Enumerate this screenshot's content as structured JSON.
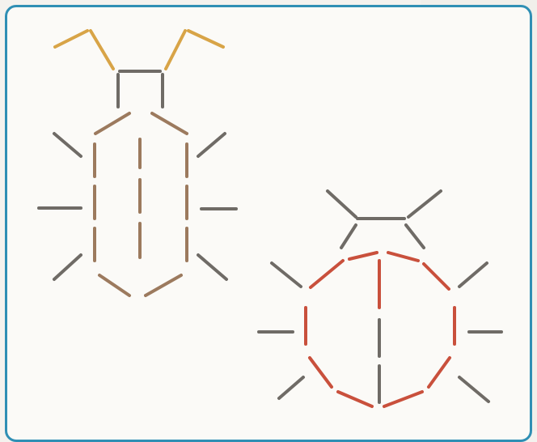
{
  "colors": {
    "frame": "#2f8fb4",
    "antenna": "#d8a447",
    "beetle_body": "#9c7a5e",
    "gray_stick": "#6f6b66",
    "ladybug_shell": "#c9503c"
  },
  "figures": [
    {
      "name": "beetle",
      "description_id": "stick-beetle"
    },
    {
      "name": "ladybug",
      "description_id": "stick-ladybug"
    }
  ]
}
